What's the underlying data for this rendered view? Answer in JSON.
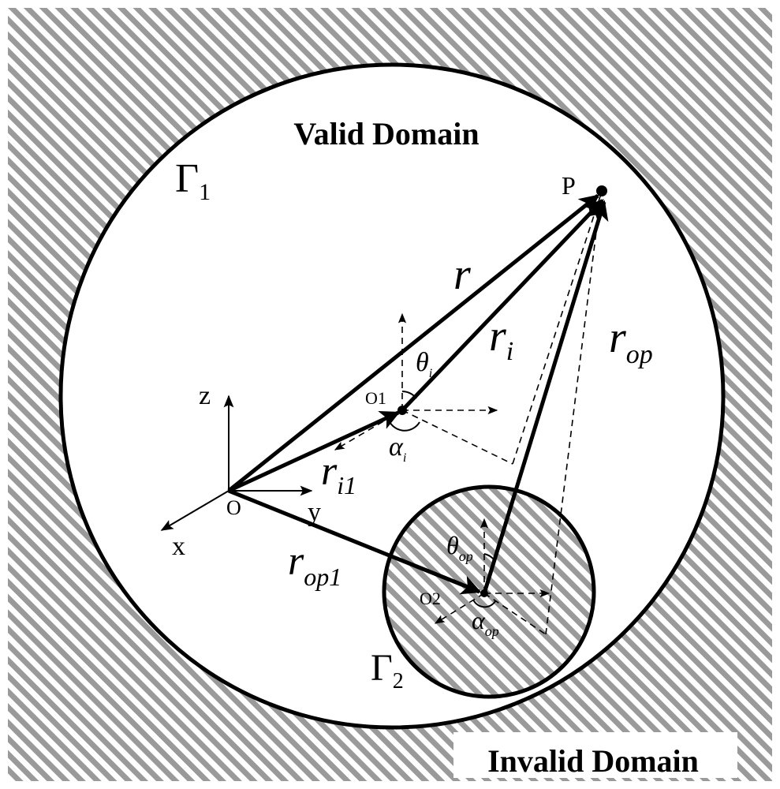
{
  "labels": {
    "valid_domain": "Valid Domain",
    "invalid_domain": "Invalid Domain",
    "gamma": "Γ",
    "gamma1_sub": "1",
    "gamma2_sub": "2",
    "point_p": "P",
    "origin": "O",
    "o1": "O1",
    "o2": "O2",
    "axis_x": "x",
    "axis_y": "y",
    "axis_z": "z",
    "r": "r",
    "r_sub_i": "i",
    "r_sub_op": "op",
    "r_sub_i1": "i1",
    "r_sub_op1": "op1",
    "theta": "θ",
    "alpha": "α",
    "theta_i_sub": "i",
    "alpha_i_sub": "i",
    "theta_op_sub": "op",
    "alpha_op_sub": "op"
  },
  "colors": {
    "stroke": "#000000",
    "hatch": "#8c8c8c",
    "background": "#ffffff"
  }
}
